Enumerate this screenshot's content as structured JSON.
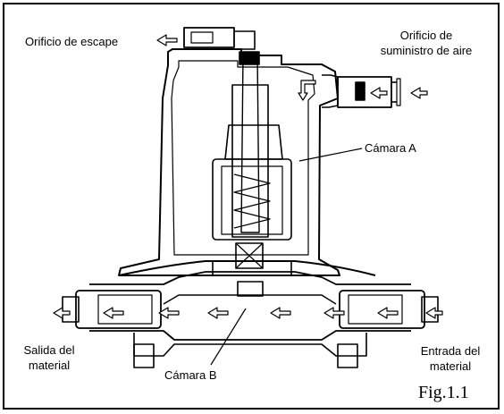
{
  "labels": {
    "exhaust_port": "Orificio de escape",
    "air_supply_port_line1": "Orificio de",
    "air_supply_port_line2": "suministro de aire",
    "chamber_a": "Cámara A",
    "chamber_b": "Cámara B",
    "material_outlet_line1": "Salida del",
    "material_outlet_line2": "material",
    "material_inlet_line1": "Entrada del",
    "material_inlet_line2": "material"
  },
  "figure_caption": "Fig.1.1",
  "colors": {
    "line": "#000000",
    "background": "#ffffff"
  },
  "icons": [
    "flow-arrow-icon"
  ]
}
